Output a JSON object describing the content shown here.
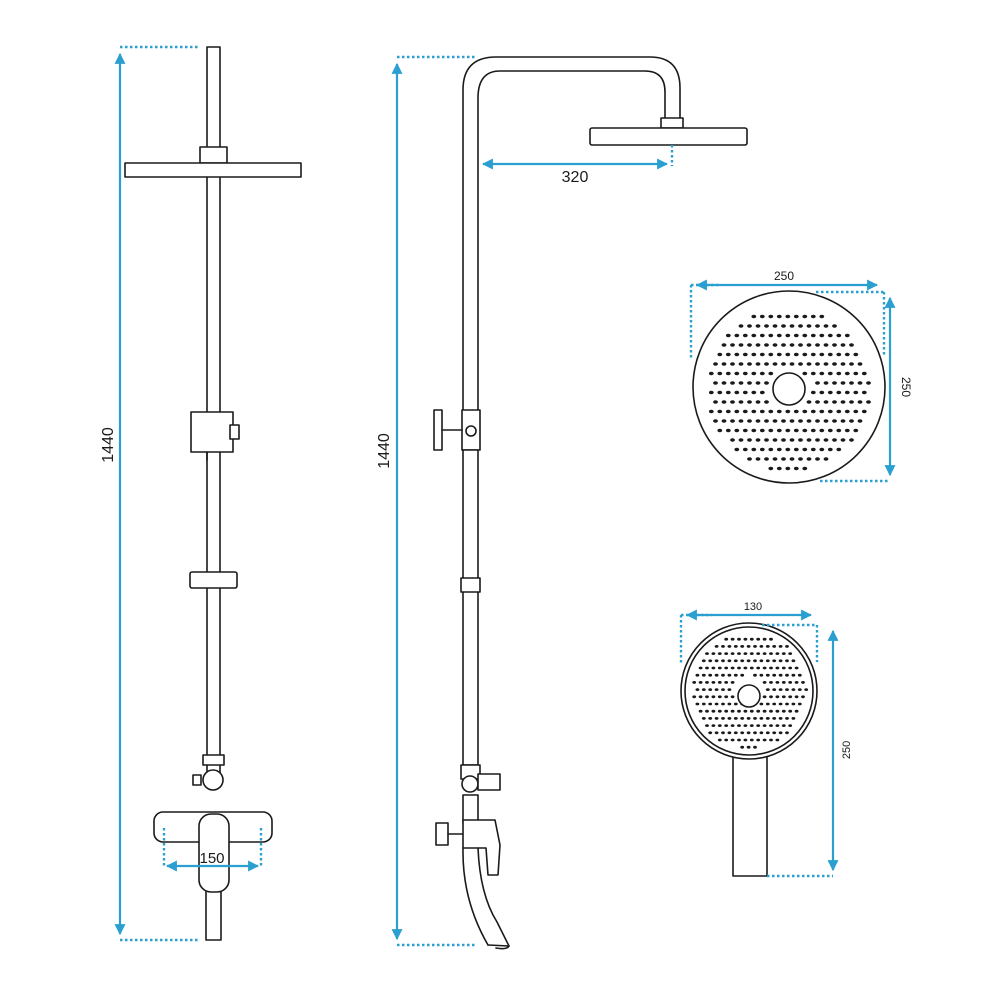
{
  "colors": {
    "line": "#1a1a1a",
    "dimension": "#2a9fd0",
    "background": "#ffffff"
  },
  "dimensions": {
    "front_height": "1440",
    "side_height": "1440",
    "arm_reach": "320",
    "valve_spacing": "150",
    "rain_width": "250",
    "rain_depth": "250",
    "hand_width": "130",
    "hand_length": "250"
  }
}
